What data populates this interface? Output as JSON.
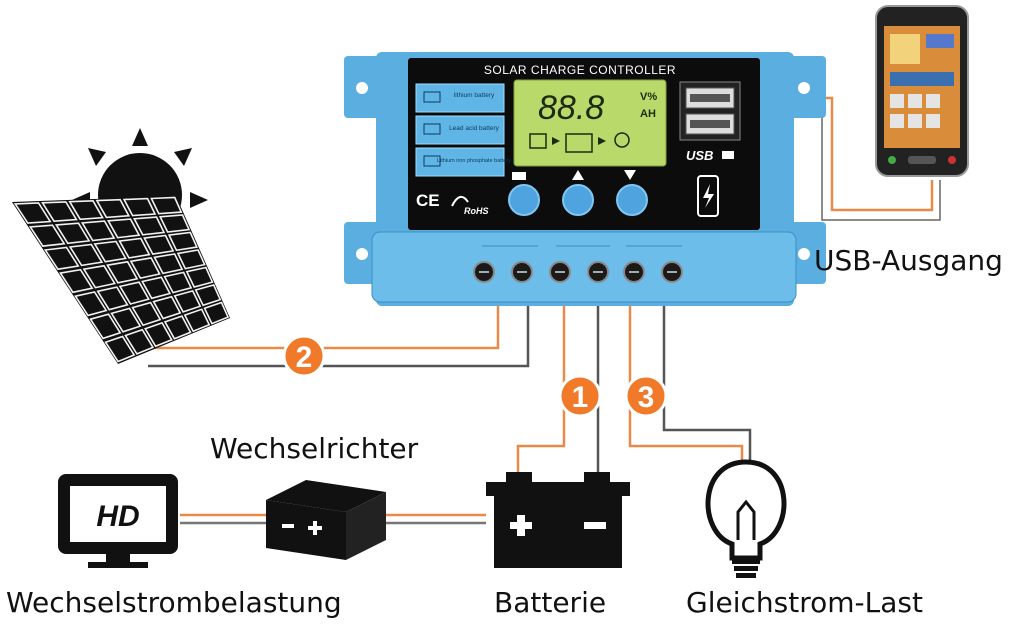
{
  "controller": {
    "title": "SOLAR CHARGE CONTROLLER",
    "display_digits": "88.8",
    "display_unit_top": "V%",
    "display_unit_bottom": "AH",
    "battery_types": [
      "lithium battery",
      "Lead acid battery",
      "Lithium iron phosphate battery"
    ],
    "cert_ce": "CE",
    "cert_rohs": "RoHS",
    "usb_label": "USB"
  },
  "labels": {
    "usb_output": "USB-Ausgang",
    "inverter": "Wechselrichter",
    "ac_load": "Wechselstrombelastung",
    "battery": "Batterie",
    "dc_load": "Gleichstrom-Last",
    "hd": "HD"
  },
  "steps": [
    "2",
    "1",
    "3"
  ],
  "colors": {
    "controller_body": "#5aaee0",
    "step_badge": "#f07a2a",
    "wire_orange": "#e88a4a",
    "wire_gray": "#555555",
    "lcd": "#b9d96a"
  }
}
